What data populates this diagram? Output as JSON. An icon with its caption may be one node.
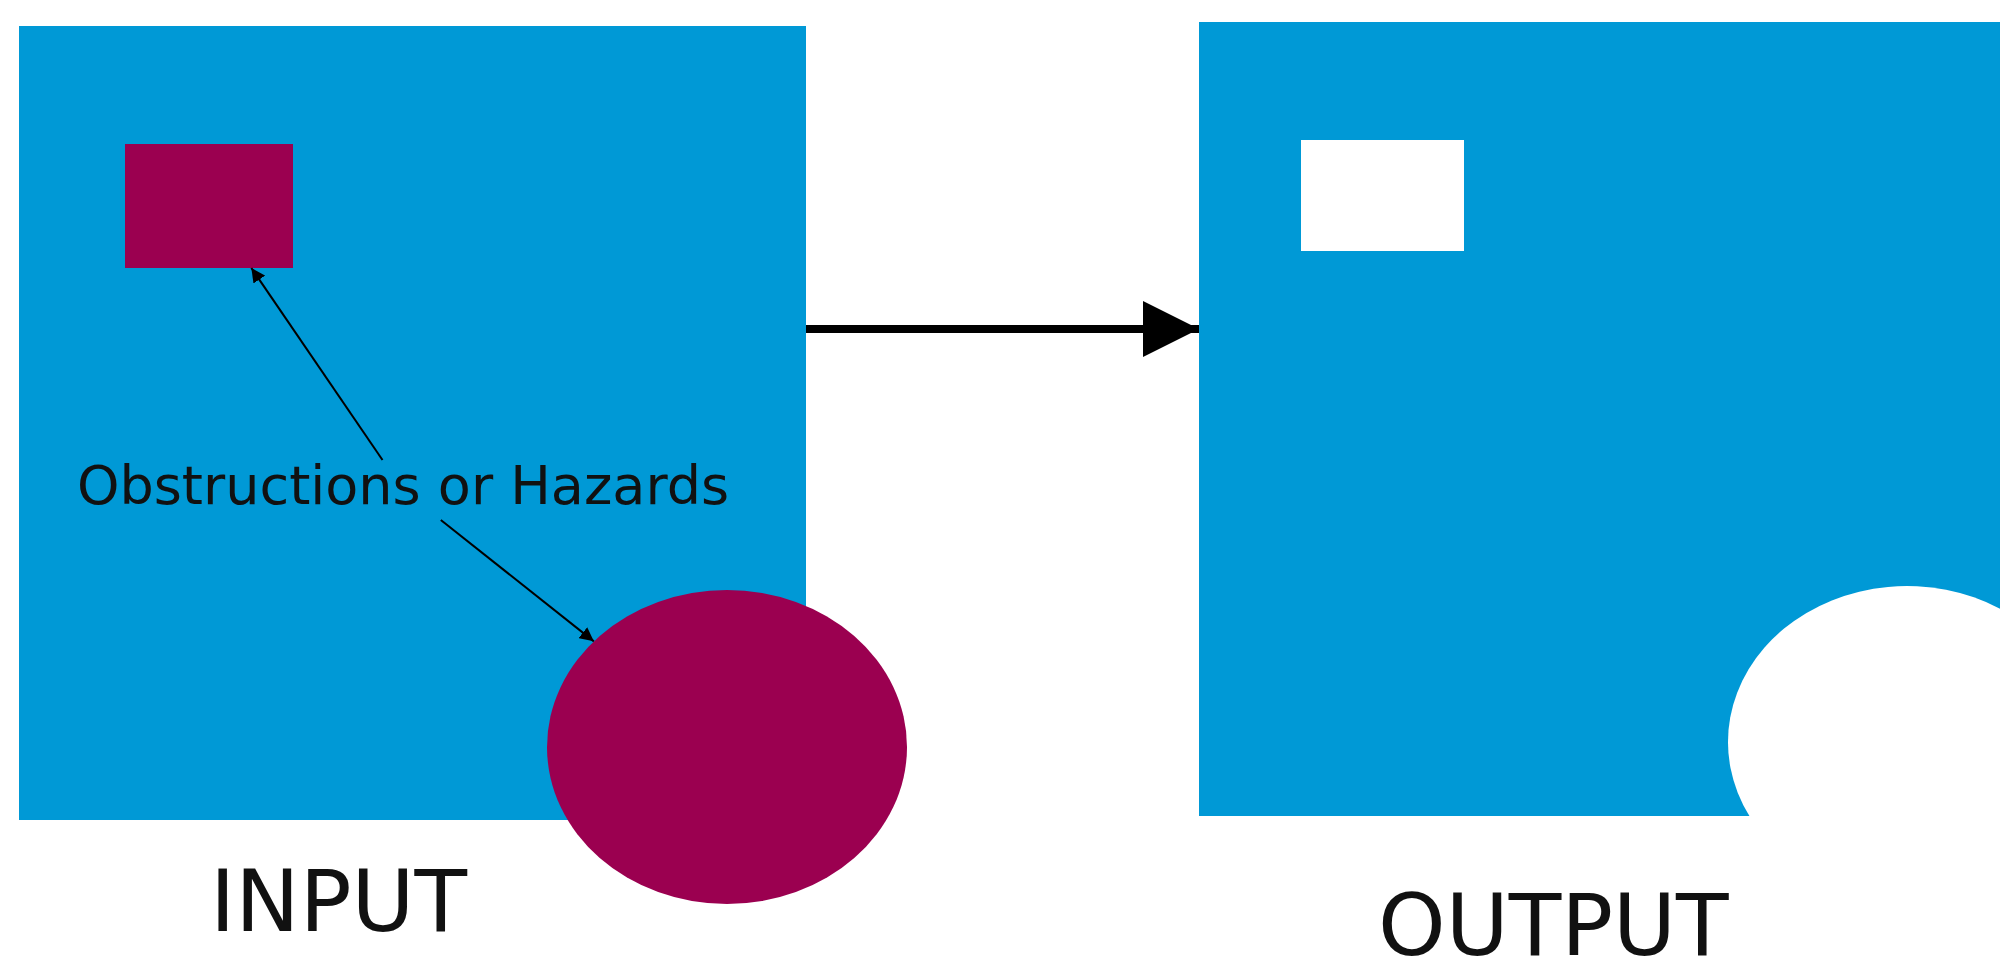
{
  "diagram": {
    "nodes": [
      {
        "text": [
          "INPUT"
        ]
      },
      {
        "text": [],
        "shape": "box",
        "in": 0
      },
      {
        "text": [
          "Obstructions or Hazards"
        ],
        "in": 0
      },
      {
        "text": [],
        "shape": "circle"
      },
      {
        "text": [
          "OUTPUT"
        ]
      },
      {
        "text": [],
        "shape": "box",
        "in": 4
      },
      {
        "text": [],
        "shape": "circle",
        "in": 4
      }
    ],
    "edges": [
      {
        "from": 2,
        "to": 1,
        "arrow": "to"
      },
      {
        "from": 2,
        "to": 3,
        "arrow": "to"
      },
      {
        "from": 0,
        "to": 4,
        "arrow": "to",
        "style": "thick"
      }
    ]
  }
}
